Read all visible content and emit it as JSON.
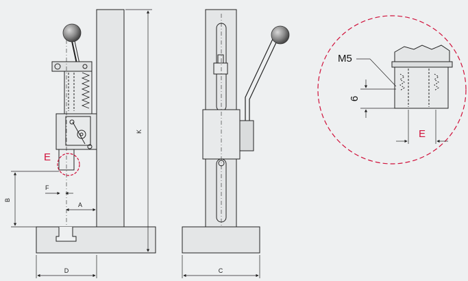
{
  "labels": {
    "K": "K",
    "B": "B",
    "A": "A",
    "F": "F",
    "D": "D",
    "C": "C",
    "E_main": "E",
    "E_detail": "E",
    "M5": "M5",
    "six": "6"
  },
  "colors": {
    "line": "#222222",
    "accent": "#d0103a",
    "background": "#eef0f1",
    "knob": "#8a8a8a"
  }
}
